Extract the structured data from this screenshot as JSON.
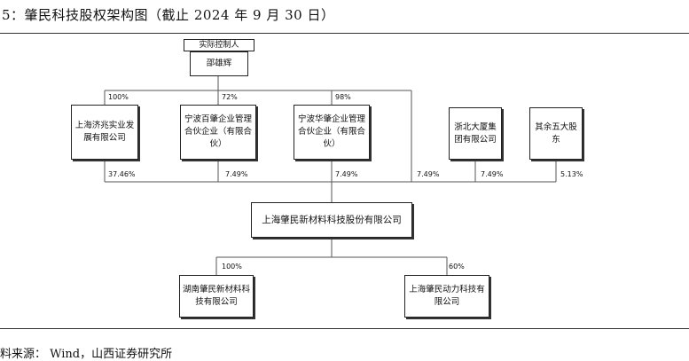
{
  "title": "5：肇民科技股权架构图（截止 2024 年 9 月 30 日）",
  "controller_label": "实际控制人",
  "controller_name": "邵雄辉",
  "shareholders": [
    {
      "name": "上海济兆实业发展有限公司",
      "parent_pct": "100%",
      "stake": "37.46%"
    },
    {
      "name": "宁波百肇企业管理合伙企业（有限合伙）",
      "parent_pct": "72%",
      "stake": "7.49%"
    },
    {
      "name": "宁波华肇企业管理合伙企业（有限合伙）",
      "parent_pct": "98%",
      "stake": "7.49%"
    },
    {
      "name": "浙北大厦集团有限公司",
      "stake": "7.49%"
    },
    {
      "name": "其余五大股东",
      "stake": "5.13%"
    }
  ],
  "controller_direct_stake": "7.49%",
  "company": "上海肇民新材料科技股份有限公司",
  "subsidiaries": [
    {
      "name": "湖南肇民新材料科技有限公司",
      "pct": "100%"
    },
    {
      "name": "上海肇民动力科技有限公司",
      "pct": "60%"
    }
  ],
  "source": "料来源： Wind，山西证券研究所"
}
